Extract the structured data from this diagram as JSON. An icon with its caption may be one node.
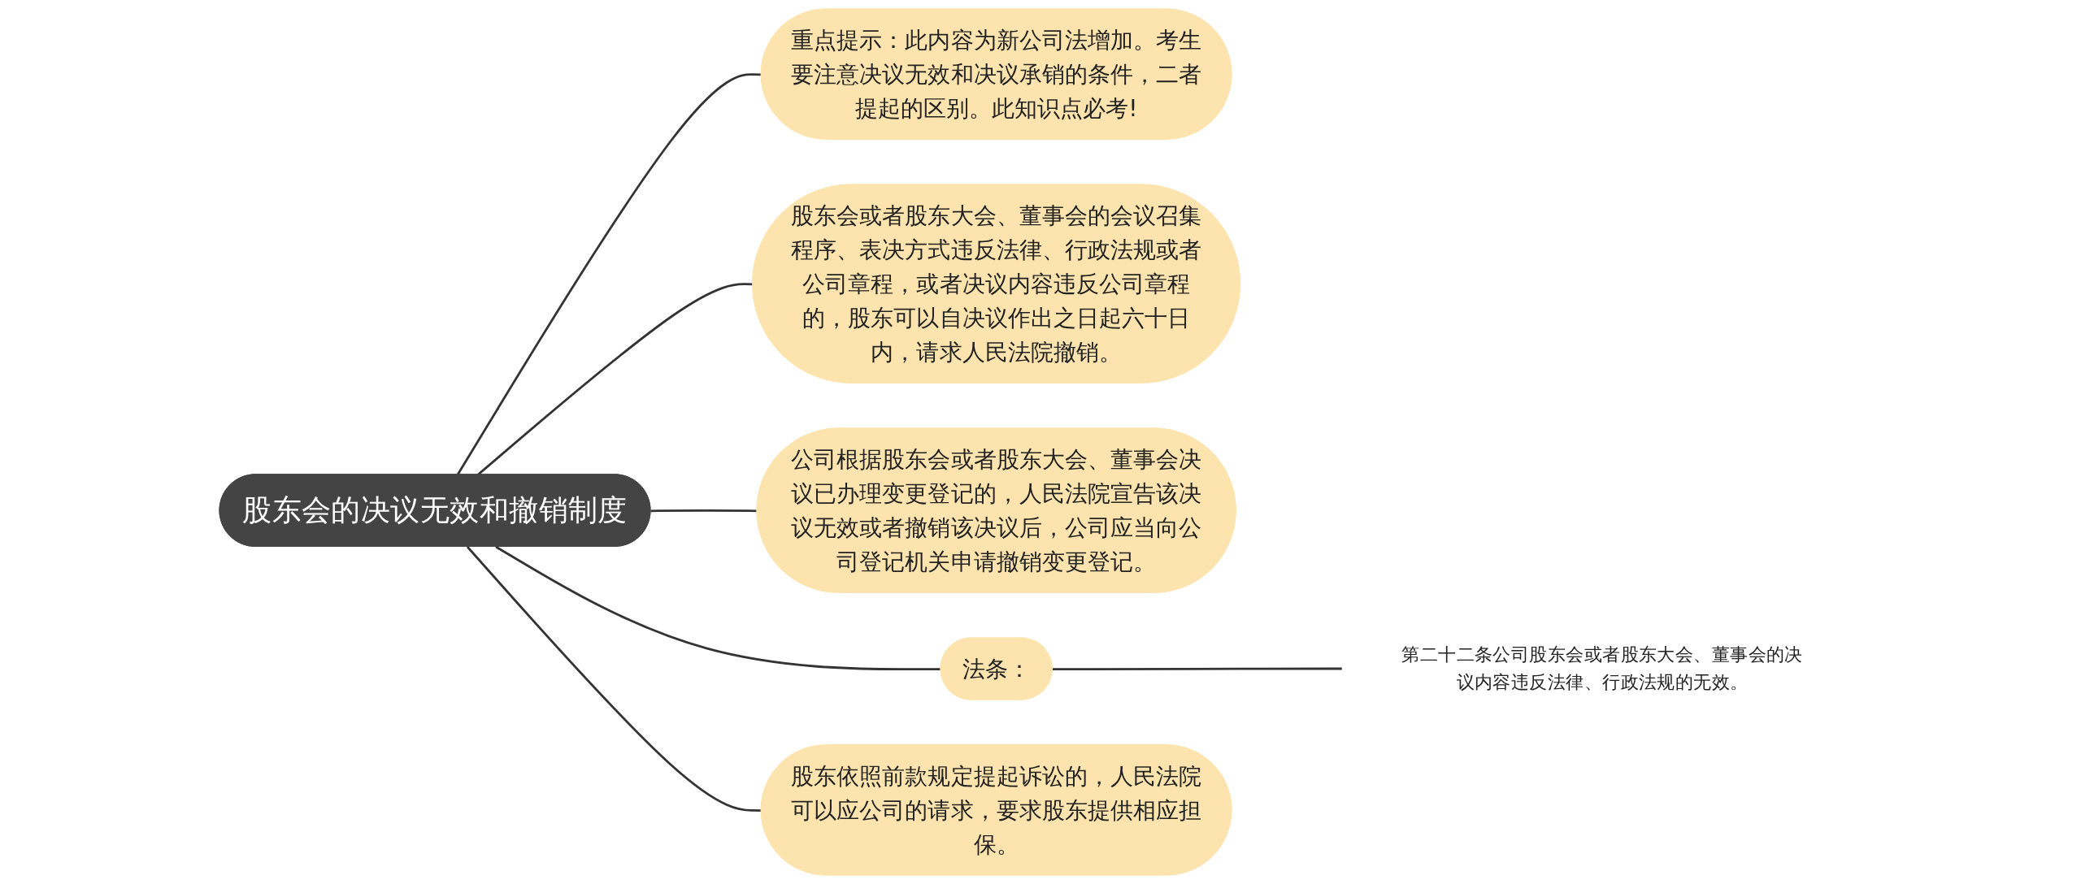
{
  "diagram": {
    "nodes": [
      {
        "text": [
          "股东会的决议无效和撤销制度"
        ]
      },
      {
        "text": [
          "重点提示：此内容为新公司法增加。考生要注意决议无效和决议承销的条件，二者提起的区别。此知识点必考!"
        ]
      },
      {
        "text": [
          "股东会或者股东大会、董事会的会议召集程序、表决方式违反法律、行政法规或者公司章程，或者决议内容违反公司章程的，股东可以自决议作出之日起六十日内，请求人民法院撤销。"
        ]
      },
      {
        "text": [
          "公司根据股东会或者股东大会、董事会决议已办理变更登记的，人民法院宣告该决议无效或者撤销该决议后，公司应当向公司登记机关申请撤销变更登记。"
        ]
      },
      {
        "text": [
          "法条："
        ]
      },
      {
        "text": [
          "第二十二条公司股东会或者股东大会、董事会的决议内容违反法律、行政法规的无效。"
        ]
      },
      {
        "text": [
          "股东依照前款规定提起诉讼的，人民法院可以应公司的请求，要求股东提供相应担保。"
        ]
      }
    ],
    "edges": [
      {
        "from": 0,
        "to": 1,
        "arrow": "none"
      },
      {
        "from": 0,
        "to": 2,
        "arrow": "none"
      },
      {
        "from": 0,
        "to": 3,
        "arrow": "none"
      },
      {
        "from": 0,
        "to": 4,
        "arrow": "none"
      },
      {
        "from": 4,
        "to": 5,
        "arrow": "none"
      },
      {
        "from": 0,
        "to": 6,
        "arrow": "none"
      }
    ]
  }
}
